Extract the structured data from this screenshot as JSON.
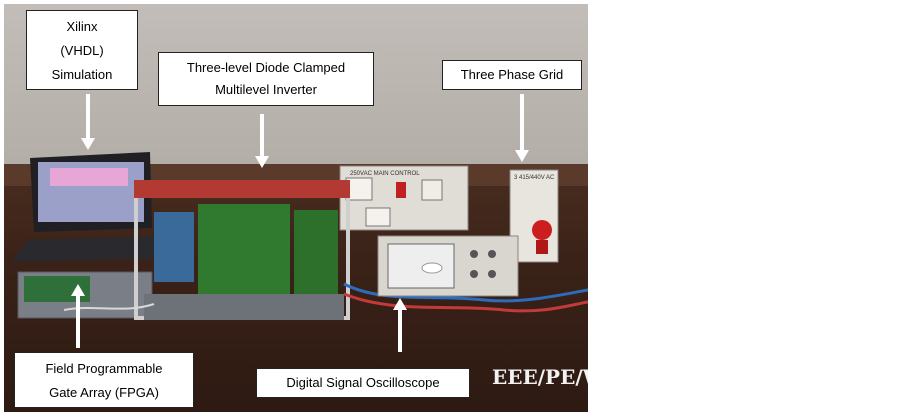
{
  "labels": {
    "xilinx": "Xilinx\n(VHDL)\nSimulation",
    "inverter": "Three-level Diode Clamped\nMultilevel Inverter",
    "grid": "Three Phase Grid",
    "fpga": "Field Programmable\nGate Array (FPGA)",
    "oscilloscope": "Digital Signal Oscilloscope"
  },
  "panel_text": {
    "panel_left": "250VAC MAIN CONTROL",
    "panel_right": "3 415/440V AC",
    "watermark": "EEE/PE/W"
  },
  "colors": {
    "wall": "#b7b1ab",
    "bench": "#3a2218",
    "pcb": "#2f7a2f",
    "frame": "#c9c9c9"
  }
}
